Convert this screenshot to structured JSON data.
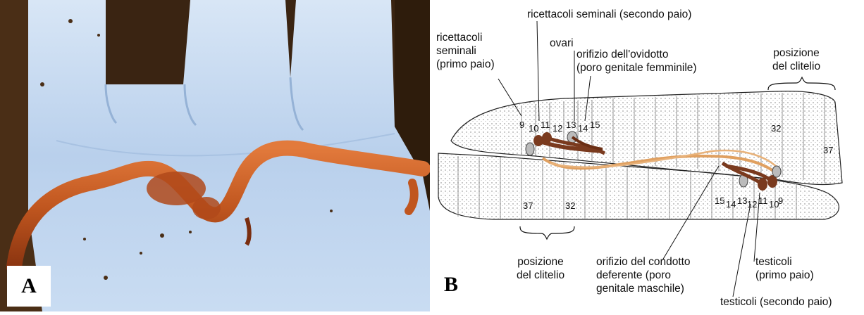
{
  "panels": {
    "a": {
      "letter": "A"
    },
    "b": {
      "letter": "B"
    }
  },
  "labels": {
    "seminal_first": "ricettacoli\nseminali\n(primo paio)",
    "seminal_second": "ricettacoli seminali (secondo paio)",
    "ovaries": "ovari",
    "oviduct": "orifizio dell'ovidotto\n(poro genitale femminile)",
    "clitellum_top": "posizione\ndel clitelio",
    "clitellum_bottom": "posizione\ndel clitelio",
    "sperm_duct": "orifizio del condotto\ndeferente (poro\ngenitale maschile)",
    "testes_first": "testicoli\n(primo paio)",
    "testes_second": "testicoli (secondo paio)"
  },
  "segments": {
    "upper": [
      "9",
      "10",
      "11",
      "12",
      "13",
      "14",
      "15",
      "32",
      "37"
    ],
    "lower": [
      "37",
      "32",
      "15",
      "14",
      "13",
      "12",
      "11",
      "10",
      "9"
    ]
  },
  "colors": {
    "glove": "#bcd3ee",
    "worm": "#c0561f",
    "organ_brown": "#7a3a1e",
    "vessel": "#e0a060"
  }
}
